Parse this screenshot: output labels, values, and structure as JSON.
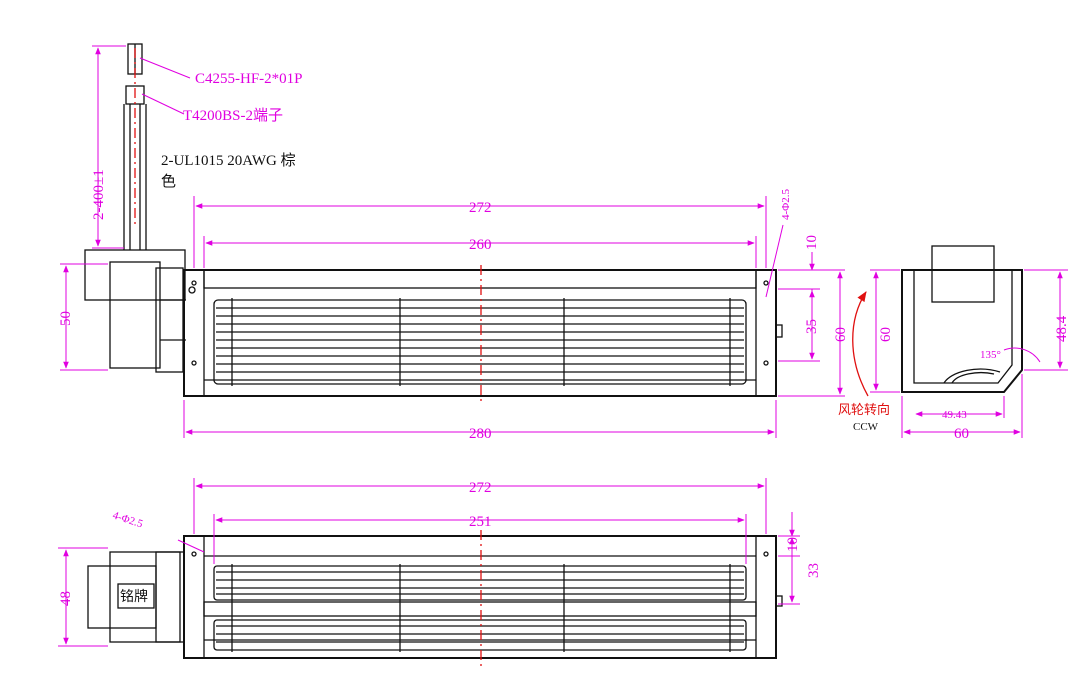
{
  "labels": {
    "connector": "C4255-HF-2*01P",
    "terminal": "T4200BS-2端子",
    "wire_line1": "2-UL1015 20AWG 棕",
    "wire_line2": "色",
    "nameplate": "铭牌",
    "rotation": "风轮转向",
    "ccw": "CCW"
  },
  "dimensions": {
    "wire_length": "2-400±1",
    "front_width_272": "272",
    "front_inner_260": "260",
    "front_total_280": "280",
    "front_height_50": "50",
    "front_10": "10",
    "front_35": "35",
    "front_60": "60",
    "hole_front": "4-Φ2.5",
    "side_60_h": "60",
    "side_48_4": "48.4",
    "side_49_43": "49.43",
    "side_60_w": "60",
    "side_angle": "135°",
    "bottom_272": "272",
    "bottom_251": "251",
    "bottom_48": "48",
    "bottom_10": "10",
    "bottom_33": "33",
    "hole_bottom": "4-Φ2.5"
  }
}
